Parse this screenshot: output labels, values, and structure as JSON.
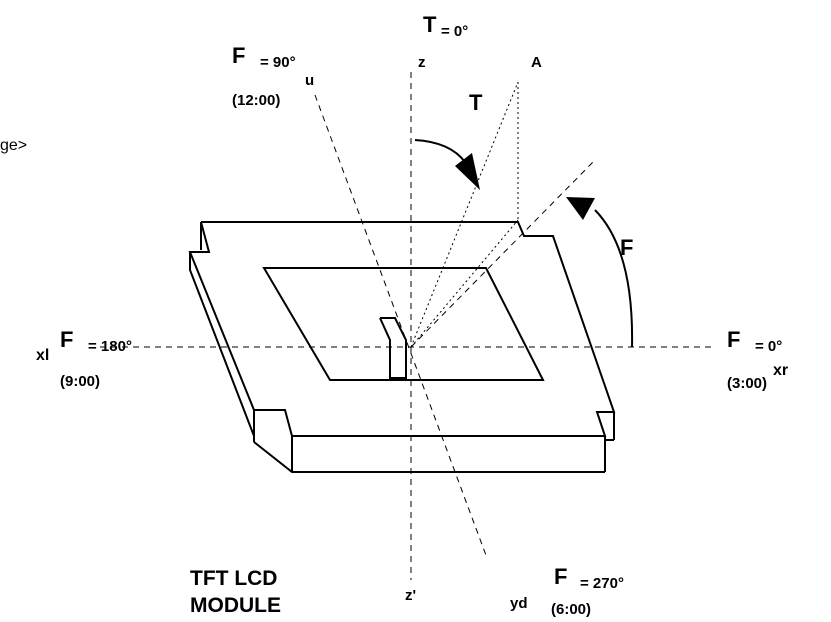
{
  "fragment_text": "ge>",
  "title": {
    "line1": "TFT LCD",
    "line2": "MODULE"
  },
  "axes": {
    "z": "z",
    "z_prime": "z'",
    "u": "u",
    "xl": "xl",
    "xr": "xr",
    "yd": "yd",
    "a": "A"
  },
  "theta": {
    "symbol": "T",
    "zero_value": "= 0°"
  },
  "phi": {
    "symbol": "F",
    "deg_90": "= 90°",
    "time_90": "(12:00)",
    "deg_180": "= 180°",
    "time_180": "(9:00)",
    "deg_0": "= 0°",
    "time_0": "(3:00)",
    "deg_270": "= 270°",
    "time_270": "(6:00)"
  }
}
